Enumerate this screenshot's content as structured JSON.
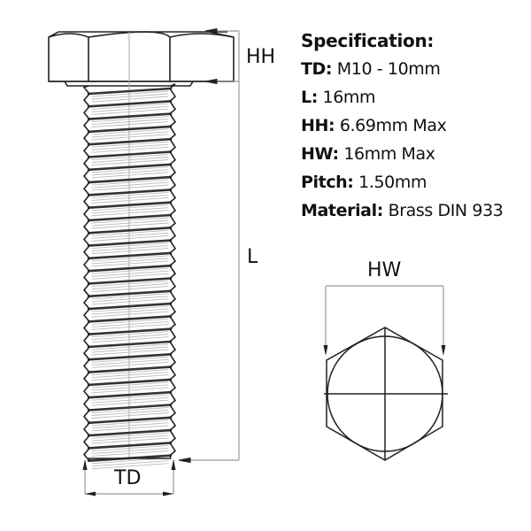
{
  "specification": {
    "title": "Specification:",
    "rows": [
      {
        "key": "TD:",
        "value": "M10 - 10mm"
      },
      {
        "key": "L:",
        "value": "16mm"
      },
      {
        "key": "HH:",
        "value": "6.69mm Max"
      },
      {
        "key": "HW:",
        "value": "16mm Max"
      },
      {
        "key": "Pitch:",
        "value": "1.50mm"
      },
      {
        "key": "Material:",
        "value": "Brass DIN 933"
      }
    ]
  },
  "dimension_labels": {
    "head_height": "HH",
    "length": "L",
    "thread_diameter": "TD",
    "head_width": "HW"
  },
  "colors": {
    "line": "#222222",
    "dimension_line": "#999999",
    "thread_dark": "#444444",
    "thread_light": "#bbbbbb",
    "background": "#ffffff"
  }
}
